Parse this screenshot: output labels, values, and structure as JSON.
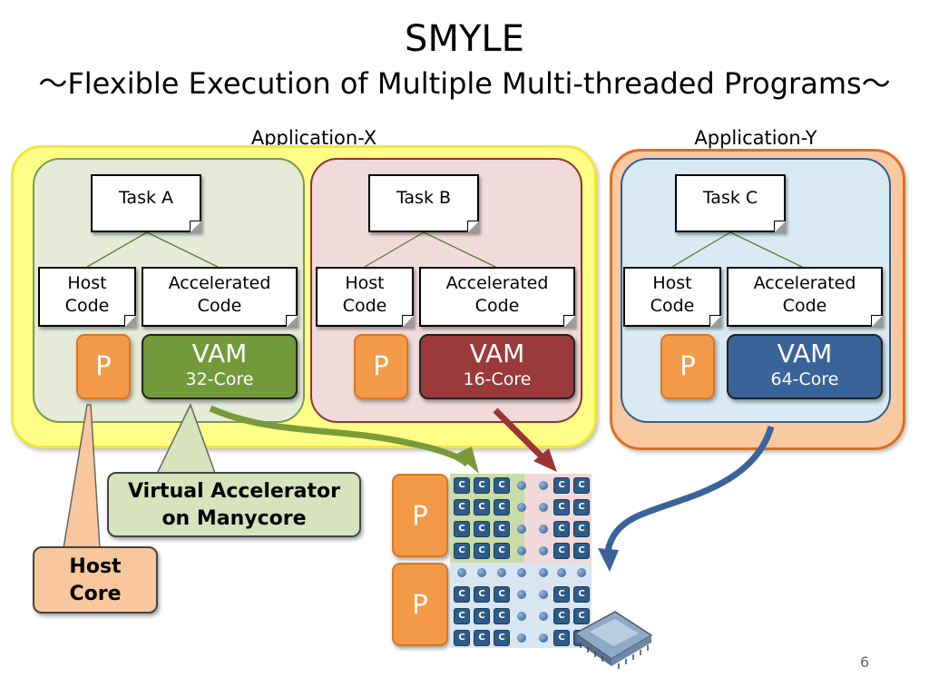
{
  "title": "SMYLE",
  "subtitle": "～Flexible Execution of Multiple Multi-threaded Programs～",
  "applications": {
    "x_label": "Application-X",
    "y_label": "Application-Y"
  },
  "tasks": [
    {
      "task": "Task A",
      "host": "Host\nCode",
      "accel": "Accelerated\nCode",
      "p": "P",
      "vam": "VAM",
      "cores": "32-Core"
    },
    {
      "task": "Task B",
      "host": "Host\nCode",
      "accel": "Accelerated\nCode",
      "p": "P",
      "vam": "VAM",
      "cores": "16-Core"
    },
    {
      "task": "Task C",
      "host": "Host\nCode",
      "accel": "Accelerated\nCode",
      "p": "P",
      "vam": "VAM",
      "cores": "64-Core"
    }
  ],
  "callouts": {
    "vam": "Virtual Accelerator\non Manycore",
    "host": "Host\nCore"
  },
  "manycore": {
    "p_label": "P",
    "core_label": "C"
  },
  "colors": {
    "vam_a": "#739a3a",
    "vam_b": "#9b3a3a",
    "vam_c": "#3a6499",
    "arrow_a": "#7a9a3a",
    "arrow_b": "#9b3535",
    "arrow_c": "#3a6499"
  },
  "page_number": "6"
}
